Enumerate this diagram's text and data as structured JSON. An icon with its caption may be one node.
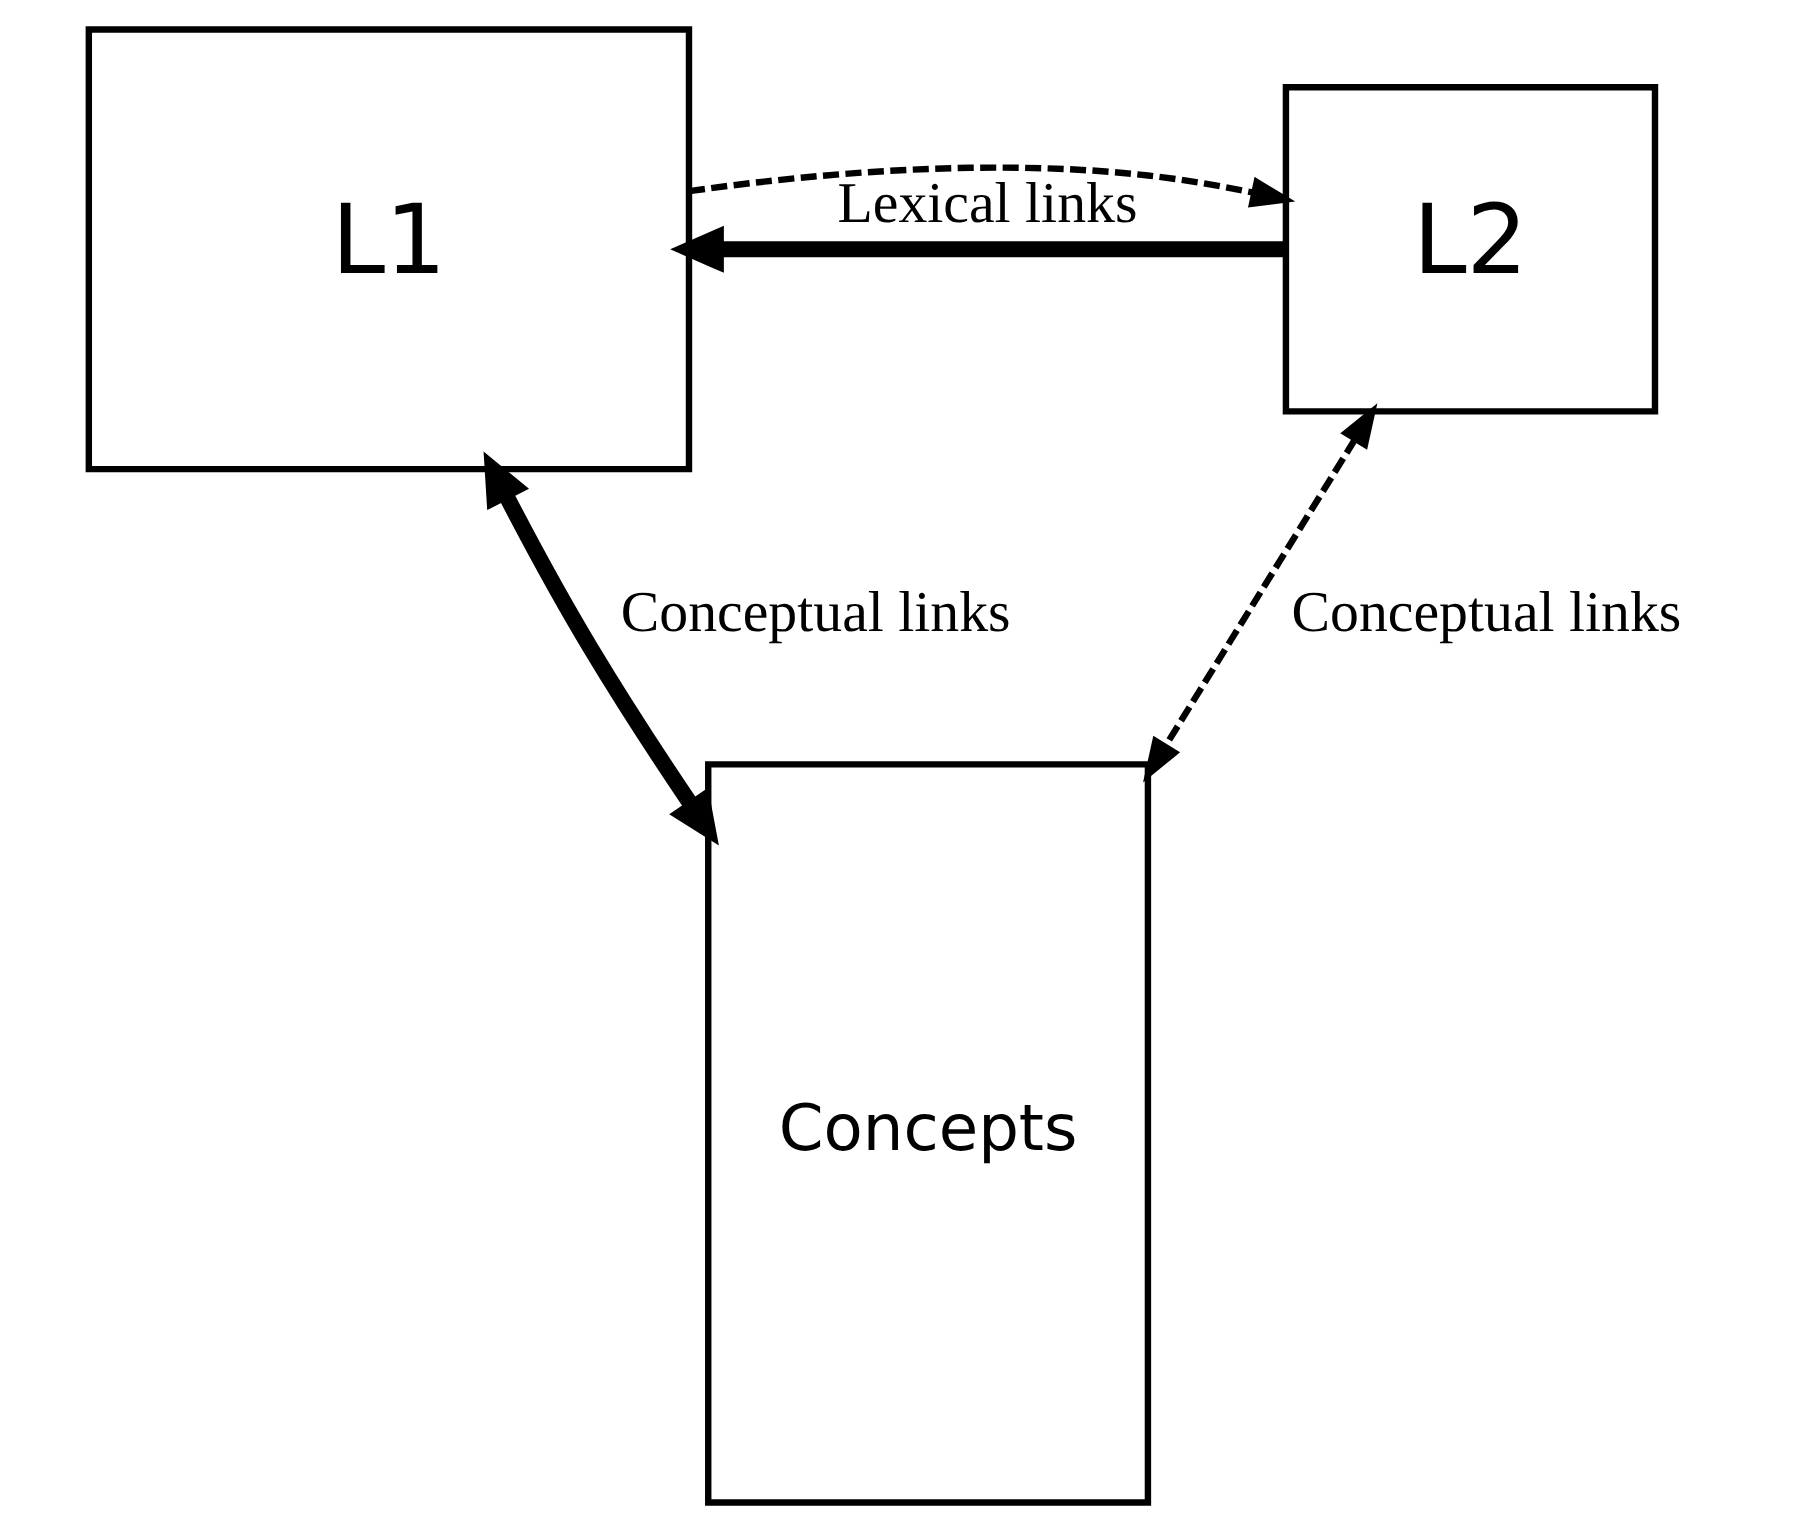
{
  "diagram": {
    "nodes": [
      {
        "text": [
          "L1"
        ]
      },
      {
        "text": [
          "L2"
        ]
      },
      {
        "text": [
          "Concepts"
        ]
      }
    ],
    "edges": [
      {
        "from": 1,
        "to": 0,
        "arrow": "to",
        "style": "thick",
        "label": "Lexical links"
      },
      {
        "from": 0,
        "to": 1,
        "arrow": "to",
        "style": "dashed"
      },
      {
        "from": 0,
        "to": 2,
        "arrow": "both",
        "style": "thick",
        "label": "Conceptual links"
      },
      {
        "from": 1,
        "to": 2,
        "arrow": "both",
        "style": "dashed",
        "label": "Conceptual links"
      }
    ]
  }
}
